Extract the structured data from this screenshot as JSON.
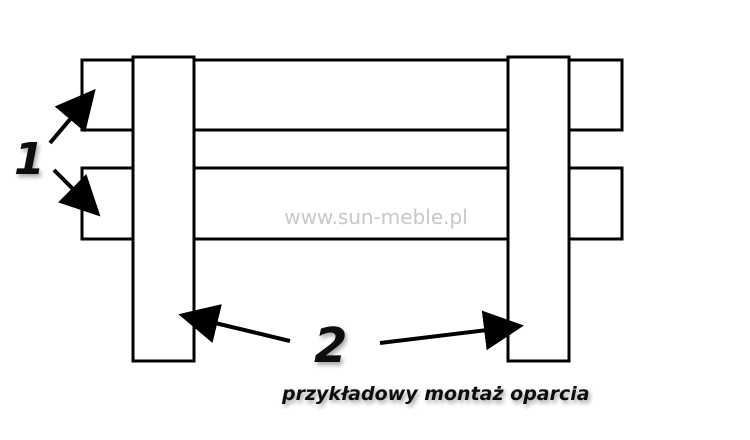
{
  "diagram": {
    "label_boards": "1",
    "label_posts": "2",
    "watermark": "www.sun-meble.pl",
    "caption": "przykładowy montaż oparcia",
    "colors": {
      "line": "#000000",
      "watermark": "#c8c8c8",
      "background": "#ffffff"
    }
  }
}
